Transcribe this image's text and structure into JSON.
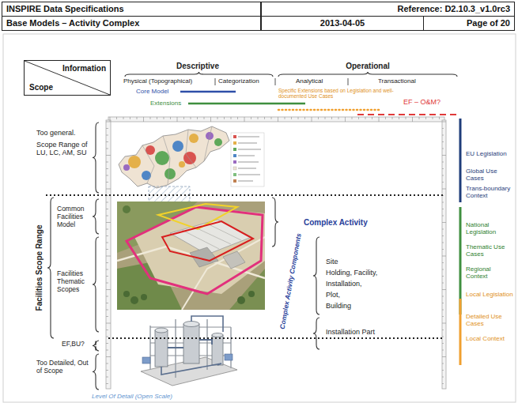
{
  "diagram": {
    "nodes": [
      {
        "text": [
          "INSPIRE Data Specifications"
        ]
      },
      {
        "text": [
          "Reference: D2.10.3_v1.0rc3"
        ]
      },
      {
        "text": [
          "Base Models – Activity Complex"
        ]
      },
      {
        "text": [
          "2013-04-05"
        ]
      },
      {
        "text": [
          "Page of 20"
        ]
      },
      {
        "text": [
          "Information",
          "Scope"
        ]
      }
    ],
    "labels": [
      "Descriptive",
      "Operational",
      "Physical (Topographical)",
      "Categorization",
      "Analytical",
      "Transactional",
      "Core Model",
      "Specific Extensions based on Legislation and well-documented Use Cases",
      "Extensions",
      "EF – O&M?",
      "Too general.",
      "Scope Range of LU, LC, AM, SU",
      "Facilities Scope Range",
      "Common Facilities Model",
      "Facilities Thematic Scopes",
      "EF,BU?",
      "Too Detailed, Out of Scope",
      "Complex Activity",
      "Complex Activity Components",
      "Site",
      "Holding, Facility,",
      "Installation,",
      "Plot,",
      "Building",
      "Installation Part",
      "EU Legislation",
      "Global Use Cases",
      "Trans-boundary Context",
      "National Legislation",
      "Thematic Use Cases",
      "Regional Context",
      "Local Legislation",
      "Detailed Use Cases",
      "Local Context",
      "Level Of Detail (Open Scale)"
    ]
  }
}
